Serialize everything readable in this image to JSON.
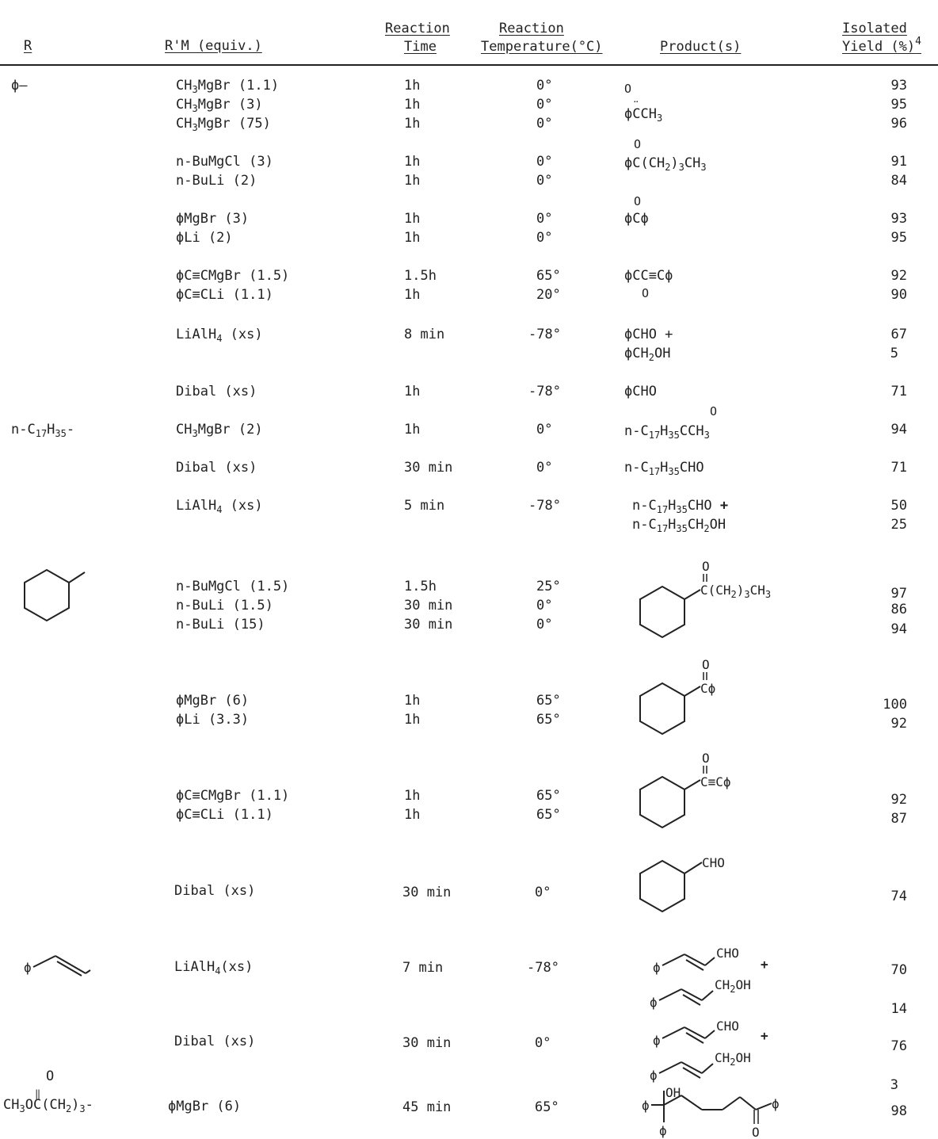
{
  "header": {
    "r": "R",
    "rm": "R'M (equiv.)",
    "time1": "Reaction",
    "time2": "Time",
    "temp1": "Reaction",
    "temp2": "Temperature(°C)",
    "product": "Product(s)",
    "yield1": "Isolated",
    "yield2": "Yield (%)",
    "yield_sup": "4"
  },
  "rows": {
    "phi": "ϕ–",
    "r1": {
      "rm": "CH3MgBr (1.1)",
      "t": "1h",
      "temp": "0°",
      "y": "93"
    },
    "r2": {
      "rm": "CH3MgBr (3)",
      "t": "1h",
      "temp": "0°",
      "y": "95"
    },
    "r3": {
      "rm": "CH3MgBr (75)",
      "t": "1h",
      "temp": "0°",
      "y": "96"
    },
    "p1": "ϕCCH3",
    "r4": {
      "rm": "n-BuMgCl (3)",
      "t": "1h",
      "temp": "0°",
      "y": "91"
    },
    "r5": {
      "rm": "n-BuLi (2)",
      "t": "1h",
      "temp": "0°",
      "y": "84"
    },
    "p2": "ϕC(CH2)3CH3",
    "r6": {
      "rm": "ϕMgBr (3)",
      "t": "1h",
      "temp": "0°",
      "y": "93"
    },
    "r7": {
      "rm": "ϕLi (2)",
      "t": "1h",
      "temp": "0°",
      "y": "95"
    },
    "p3": "ϕCϕ",
    "r8": {
      "rm": "ϕC≡CMgBr (1.5)",
      "t": "1.5h",
      "temp": "65°",
      "y": "92"
    },
    "r9": {
      "rm": "ϕC≡CLi (1.1)",
      "t": "1h",
      "temp": "20°",
      "y": "90"
    },
    "p4": "ϕCC≡Cϕ",
    "r10": {
      "rm": "LiAlH4 (xs)",
      "t": "8 min",
      "temp": "-78°",
      "y": "67",
      "y2": "5"
    },
    "p5a": "ϕCHO +",
    "p5b": "ϕCH2OH",
    "r11": {
      "rm": "Dibal (xs)",
      "t": "1h",
      "temp": "-78°",
      "y": "71"
    },
    "p6": "ϕCHO",
    "nC17": "n-C17H35-",
    "r12": {
      "rm": "CH3MgBr (2)",
      "t": "1h",
      "temp": "0°",
      "y": "94"
    },
    "p7": "n-C17H35CCH3",
    "r13": {
      "rm": "Dibal (xs)",
      "t": "30 min",
      "temp": "0°",
      "y": "71"
    },
    "p8": "n-C17H35CHO",
    "r14": {
      "rm": "LiAlH4 (xs)",
      "t": "5 min",
      "temp": "-78°",
      "y": "50",
      "y2": "25"
    },
    "p9a": "n-C17H35CHO +",
    "p9b": "n-C17H35CH2OH",
    "r15": {
      "rm": "n-BuMgCl (1.5)",
      "t": "1.5h",
      "temp": "25°",
      "y": "97"
    },
    "r16": {
      "rm": "n-BuLi (1.5)",
      "t": "30 min",
      "temp": "0°",
      "y": "86"
    },
    "r17": {
      "rm": "n-BuLi (15)",
      "t": "30 min",
      "temp": "0°",
      "y": "94"
    },
    "p10": "C(CH2)3CH3",
    "r18": {
      "rm": "ϕMgBr (6)",
      "t": "1h",
      "temp": "65°",
      "y": "100"
    },
    "r19": {
      "rm": "ϕLi (3.3)",
      "t": "1h",
      "temp": "65°",
      "y": "92"
    },
    "p11": "Cϕ",
    "r20": {
      "rm": "ϕC≡CMgBr (1.1)",
      "t": "1h",
      "temp": "65°",
      "y": "92"
    },
    "r21": {
      "rm": "ϕC≡CLi (1.1)",
      "t": "1h",
      "temp": "65°",
      "y": "87"
    },
    "p12": "C≡Cϕ",
    "r22": {
      "rm": "Dibal (xs)",
      "t": "30 min",
      "temp": "0°",
      "y": "74"
    },
    "p13": "CHO",
    "r23": {
      "rm": "LiAlH4(xs)",
      "t": "7 min",
      "temp": "-78°",
      "y": "70",
      "y2": "14"
    },
    "r24": {
      "rm": "Dibal (xs)",
      "t": "30 min",
      "temp": "0°",
      "y": "76",
      "y2": "3"
    },
    "cho": "CHO",
    "ch2oh": "CH2OH",
    "plus": "+",
    "phiSym": "ϕ",
    "oSym": "O",
    "ohSym": "OH",
    "esterR": "CH3OC(CH2)3-",
    "r25": {
      "rm": "ϕMgBr (6)",
      "t": "45 min",
      "temp": "65°",
      "y": "98"
    }
  }
}
